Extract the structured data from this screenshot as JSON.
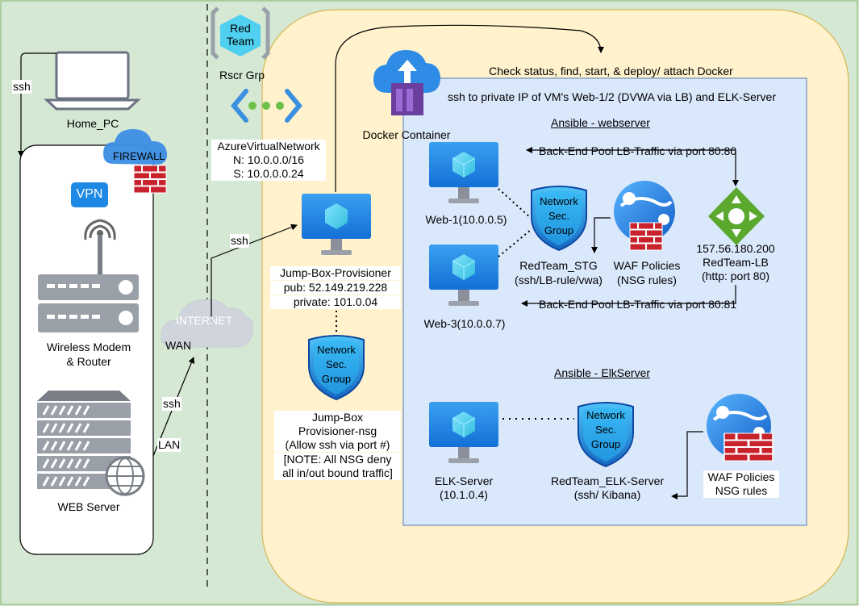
{
  "left_panel": {
    "home_pc": "Home_PC",
    "ssh_1": "ssh",
    "firewall": "FIREWALL",
    "vpn": "VPN",
    "modem_line1": "Wireless Modem",
    "modem_line2": "& Router",
    "web_server": "WEB Server"
  },
  "middle": {
    "red_team_line1": "Red",
    "red_team_line2": "Team",
    "rscr_grp": "Rscr Grp",
    "vnet_name": "AzureVirtualNetwork",
    "vnet_n": "N: 10.0.0.0/16",
    "vnet_s": "S: 10.0.0.0.24",
    "internet": "INTERNET",
    "wan": "WAN",
    "lan": "LAN",
    "ssh_lan": "ssh",
    "ssh_jump": "ssh"
  },
  "jumpbox": {
    "name": "Jump-Box-Provisioner",
    "pub": "pub: 52.149.219.228",
    "private": "private: 101.0.04",
    "nsg_line1": "Network",
    "nsg_line2": "Sec.",
    "nsg_line3": "Group",
    "nsg_name1": "Jump-Box",
    "nsg_name2": "Provisioner-nsg",
    "nsg_name3": "(Allow ssh via port #)",
    "nsg_note1": "[NOTE: All NSG deny",
    "nsg_note2": "all in/out bound traffic]"
  },
  "docker": {
    "label": "Docker Container",
    "check_status": "Check status, find, start, & deploy/ attach Docker",
    "ssh_private": "ssh to private IP of VM's Web-1/2 (DVWA via LB) and ELK-Server"
  },
  "webserver_group": {
    "title": "Ansible - webserver",
    "web1": "Web-1(10.0.0.5)",
    "web3": "Web-3(10.0.0.7)",
    "lb_traffic_1": "Back-End Pool LB-Traffic via port 80:80",
    "lb_traffic_2": "Back-End Pool LB-Traffic via port 80:81",
    "nsg_line1": "Network",
    "nsg_line2": "Sec.",
    "nsg_line3": "Group",
    "nsg_name1": "RedTeam_STG",
    "nsg_name2": "(ssh/LB-rule/vwa)",
    "waf1": "WAF Policies",
    "waf2": "(NSG rules)",
    "lb_ip": "157.56.180.200",
    "lb_name": "RedTeam-LB",
    "lb_port": "(http: port 80)"
  },
  "elk_group": {
    "title": "Ansible - ElkServer",
    "elk1": "ELK-Server",
    "elk2": "(10.1.0.4)",
    "nsg_line1": "Network",
    "nsg_line2": "Sec.",
    "nsg_line3": "Group",
    "nsg_name1": "RedTeam_ELK-Server",
    "nsg_name2": "(ssh/ Kibana)",
    "waf1": "WAF Policies",
    "waf2": "NSG rules"
  }
}
